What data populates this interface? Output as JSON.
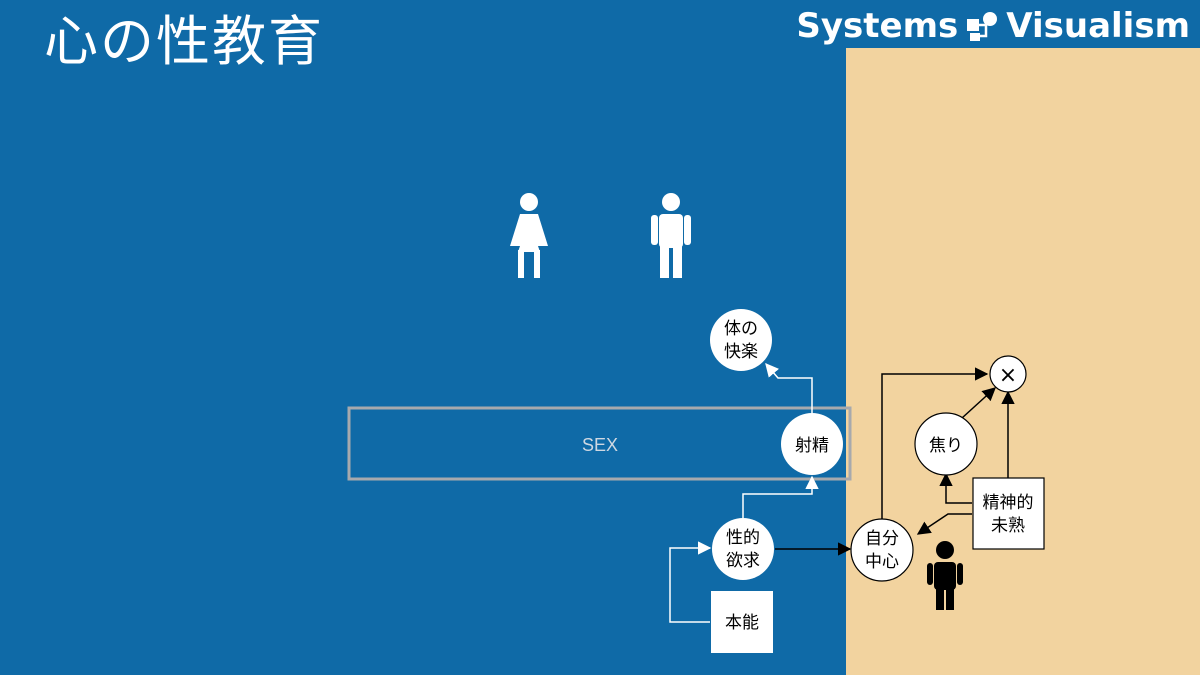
{
  "title": "心の性教育",
  "brand": {
    "left": "Systems",
    "right": "Visualism",
    "icon": "systems-visualism-logo-icon"
  },
  "colors": {
    "background": "#0f6aa7",
    "right_panel": "#f2d39f",
    "node_fill": "#ffffff",
    "sex_box_border": "#a7a9ad",
    "sex_label": "#cfd8e2"
  },
  "figures": {
    "female_icon": "woman-icon",
    "male_icon": "man-icon",
    "person_icon": "person-icon"
  },
  "diagram": {
    "sex_label": "SEX",
    "nodes": {
      "body_pleasure": [
        "体の",
        "快楽"
      ],
      "ejaculation": [
        "射精"
      ],
      "sexual_desire": [
        "性的",
        "欲求"
      ],
      "instinct": [
        "本能"
      ],
      "self_centered": [
        "自分",
        "中心"
      ],
      "impatience": [
        "焦り"
      ],
      "immaturity": [
        "精神的",
        "未熟"
      ],
      "multiply": "×"
    }
  }
}
